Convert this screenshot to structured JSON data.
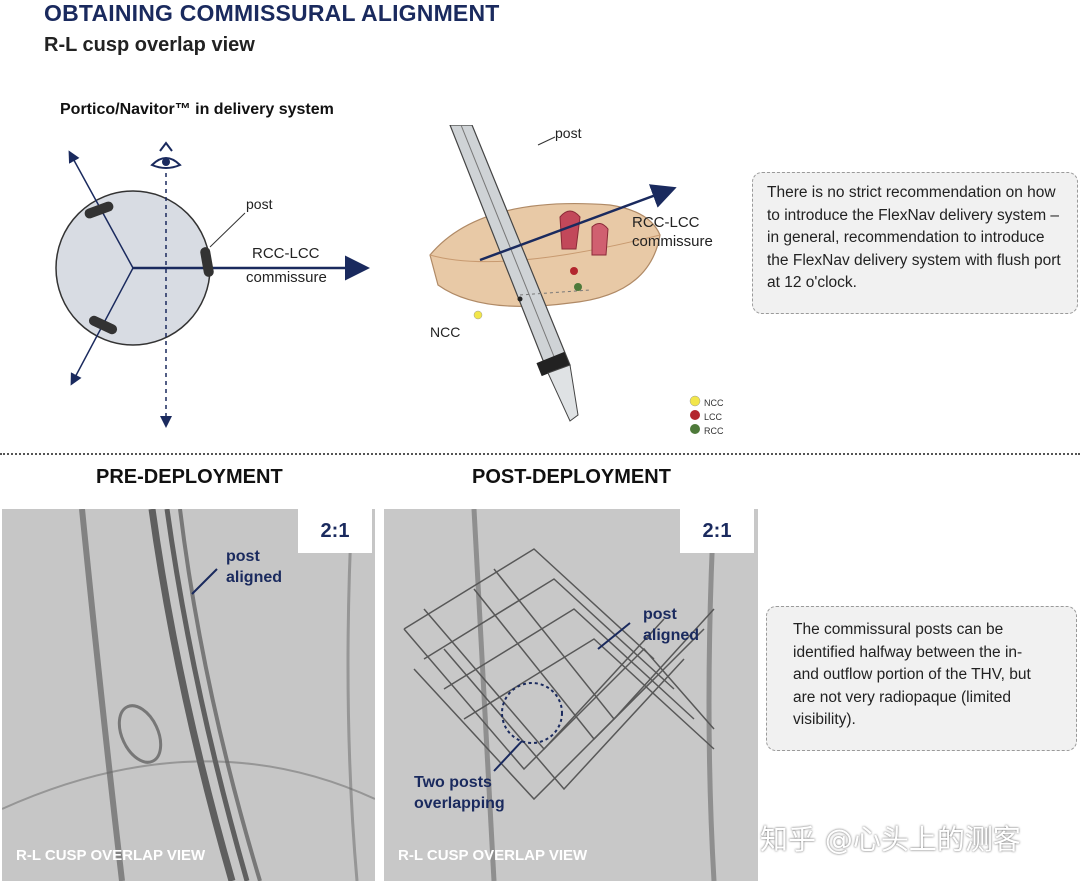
{
  "header": {
    "title": "OBTAINING COMMISSURAL ALIGNMENT",
    "subtitle": "R-L cusp overlap view"
  },
  "top_left": {
    "label": "Portico/Navitor™ in delivery system",
    "post_label": "post",
    "axis_label_line1": "RCC-LCC",
    "axis_label_line2": "commissure"
  },
  "top_middle": {
    "post_label": "post",
    "axis_label_line1": "RCC-LCC",
    "axis_label_line2": "commissure",
    "ncc_label": "NCC",
    "legend": [
      {
        "label": "NCC",
        "color": "#f2e64a"
      },
      {
        "label": "LCC",
        "color": "#b3262e"
      },
      {
        "label": "RCC",
        "color": "#4e7a3a"
      }
    ]
  },
  "notes": {
    "top": "There is no strict recommendation on how to introduce the FlexNav delivery system – in general, recommendation to introduce the FlexNav delivery system with flush port at 12 o'clock.",
    "bottom": "The commissural posts can be identified halfway between the in- and outflow portion of the THV, but are not very radiopaque (limited visibility)."
  },
  "bottom": {
    "pre": {
      "title": "PRE-DEPLOYMENT",
      "ratio": "2:1",
      "annotation_line1": "post",
      "annotation_line2": "aligned",
      "caption": "R-L CUSP OVERLAP VIEW"
    },
    "post": {
      "title": "POST-DEPLOYMENT",
      "ratio": "2:1",
      "annotation_line1": "post",
      "annotation_line2": "aligned",
      "annotation2_line1": "Two posts",
      "annotation2_line2": "overlapping",
      "caption": "R-L CUSP OVERLAP VIEW"
    }
  },
  "watermark": "知乎 @心头上的测客",
  "colors": {
    "navy": "#1a2a5e",
    "disk": "#d8dce3",
    "valve": "#e8c9a6"
  }
}
